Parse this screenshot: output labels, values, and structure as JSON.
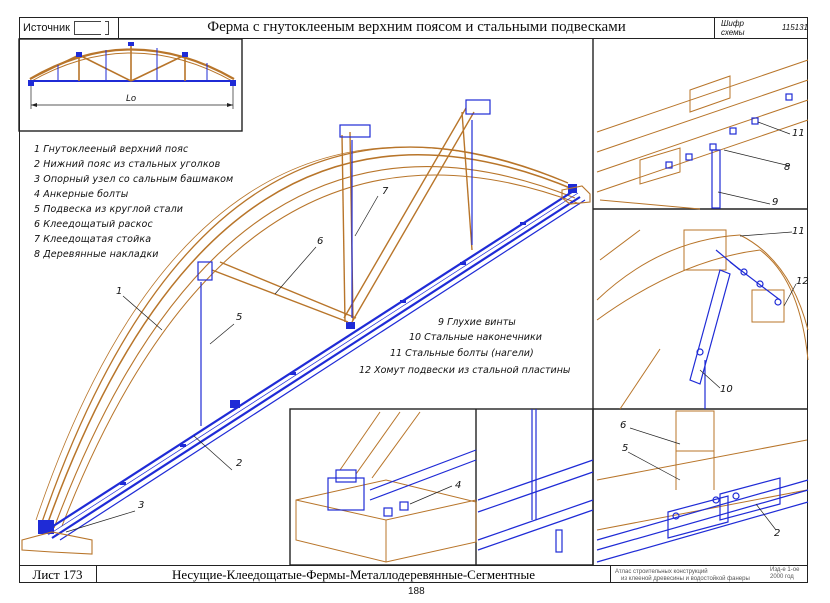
{
  "header": {
    "source_label": "Источник",
    "title": "Ферма с гнутоклееным верхним поясом и стальными подвесками",
    "code_label": "Шифр схемы",
    "code_value": "115131"
  },
  "scheme": {
    "span_label": "Lo"
  },
  "legend_left": [
    "1  Гнутоклееный верхний пояс",
    "2  Нижний пояс из стальных уголков",
    "3  Опорный узел со сальным башмаком",
    "4  Анкерные болты",
    "5  Подвеска из круглой стали",
    "6  Клеедощатый раскос",
    "7  Клеедощатая стойка",
    "8  Деревянные накладки"
  ],
  "legend_right": [
    "9  Глухие винты",
    "10  Стальные наконечники",
    "11  Стальные болты (нагели)",
    "12  Хомут подвески из стальной пластины"
  ],
  "callouts": {
    "main": [
      "1",
      "2",
      "3",
      "5",
      "6",
      "7"
    ],
    "top_right": [
      "11",
      "8",
      "9"
    ],
    "mid_right": [
      "11",
      "12",
      "10"
    ],
    "bottom_left": [
      "4"
    ],
    "bottom_right": [
      "6",
      "5",
      "2"
    ]
  },
  "footer": {
    "sheet": "Лист 173",
    "name": "Несущие-Клеедощатые-Фермы-Металлодеревянные-Сегментные",
    "atlas_line1": "Атлас строительных конструкций",
    "atlas_line2": "из клееной древесины и водостойкой фанеры",
    "edition_line1": "Изд-е 1-ое",
    "edition_line2": "2000 год",
    "page": "188"
  },
  "colors": {
    "wood": "#b8752a",
    "steel": "#1f2bd6",
    "frame": "#222222"
  }
}
